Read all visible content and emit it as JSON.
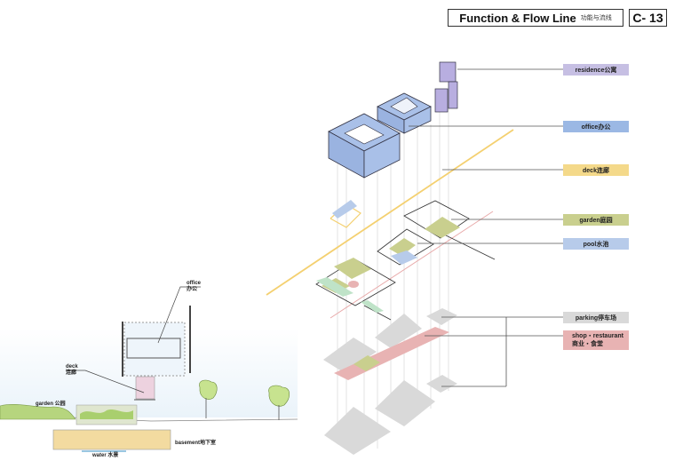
{
  "header": {
    "title": "Function & Flow Line",
    "title_cn": "功能与流线",
    "page_code": "C- 13"
  },
  "legend": [
    {
      "id": "residence",
      "label": "residence公寓",
      "color": "#c6bfe3"
    },
    {
      "id": "office",
      "label": "office办公",
      "color": "#9bb8e4"
    },
    {
      "id": "deck",
      "label": "deck连廊",
      "color": "#f4d98a"
    },
    {
      "id": "garden",
      "label": "garden庭园",
      "color": "#c9cf8e"
    },
    {
      "id": "pool",
      "label": "pool水池",
      "color": "#b7cbea"
    },
    {
      "id": "parking",
      "label": "parking停车场",
      "color": "#d9d9d9"
    },
    {
      "id": "shop",
      "label_line1": "shop・restaurant",
      "label_line2": "商业・食堂",
      "color": "#e8b3b3"
    }
  ],
  "section": {
    "office_en": "office",
    "office_cn": "办公",
    "deck_en": "deck",
    "deck_cn": "连廊",
    "garden": "garden 公园",
    "basement": "basement地下室",
    "water": "water 水景"
  }
}
